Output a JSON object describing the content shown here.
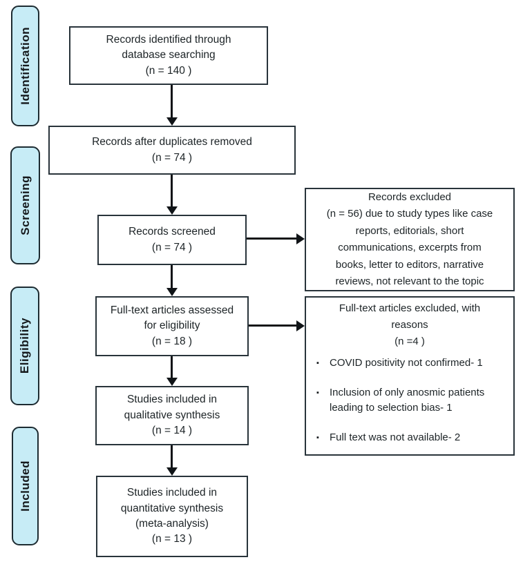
{
  "diagram": {
    "stages": [
      {
        "label": "Identification"
      },
      {
        "label": "Screening"
      },
      {
        "label": "Eligibility"
      },
      {
        "label": "Included"
      }
    ],
    "flow": {
      "identified": "Records identified through\ndatabase searching\n(n = 140 )",
      "duplicates_removed": "Records after duplicates removed\n(n = 74 )",
      "screened": "Records screened\n(n = 74 )",
      "fulltext_assessed": "Full-text articles assessed\nfor eligibility\n(n = 18 )",
      "qualitative_synthesis": "Studies included in\nqualitative synthesis\n(n = 14  )",
      "quantitative_synthesis": "Studies included in\nquantitative synthesis\n(meta-analysis)\n(n = 13 )"
    },
    "exclusions": {
      "records_excluded": "Records excluded\n(n = 56) due to study types like case\nreports, editorials, short\ncommunications, excerpts from\nbooks, letter to editors, narrative\nreviews, not relevant to the topic",
      "fulltext_excluded_header": "Full-text articles excluded, with\nreasons\n(n =4 )",
      "bullet_glyph": "▪",
      "reasons": {
        "r1": "COVID positivity not confirmed- 1",
        "r2": "Inclusion of only anosmic patients\nleading to selection bias- 1",
        "r3": "Full text was not available- 2"
      }
    },
    "colors": {
      "stage_fill": "#c7ecf6",
      "box_border": "#28333a",
      "arrow": "#101417"
    }
  }
}
